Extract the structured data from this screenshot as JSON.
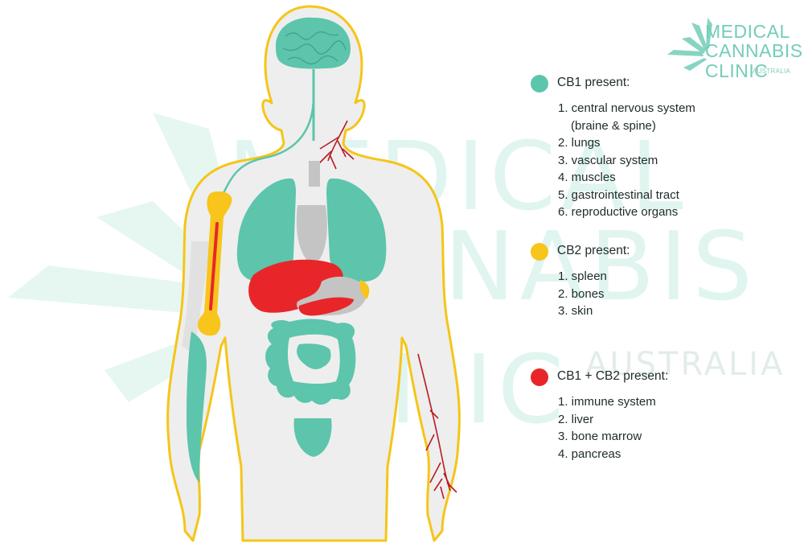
{
  "colors": {
    "cb1": "#5cc5ab",
    "cb2": "#f7c51b",
    "cb1_cb2": "#e8262a",
    "outline": "#f5c518",
    "body_fill": "#eeeeee",
    "organ_gray": "#c4c4c4",
    "vessel_red": "#b81c22"
  },
  "logo": {
    "line1": "MEDICAL",
    "line2": "CANNABIS",
    "line3": "CLINIC",
    "line4": "AUSTRALIA",
    "icon": "cannabis-leaf-icon"
  },
  "watermark": {
    "line1": "MEDICAL",
    "line2": "CANNABIS",
    "line3": "CLINIC",
    "line4": "AUSTRALIA",
    "icon": "cannabis-leaf-icon"
  },
  "legend": {
    "cb1": {
      "title": "CB1 present:",
      "items": [
        "1. central nervous system",
        "(braine & spine)",
        "2. lungs",
        "3. vascular system",
        "4. muscles",
        "5. gastrointestinal tract",
        "6. reproductive organs"
      ]
    },
    "cb2": {
      "title": "CB2 present:",
      "items": [
        "1. spleen",
        "2. bones",
        "3. skin"
      ]
    },
    "cb1_cb2": {
      "title": "CB1 + CB2 present:",
      "items": [
        "1. immune system",
        "2. liver",
        "3. bone marrow",
        "4. pancreas"
      ]
    }
  }
}
